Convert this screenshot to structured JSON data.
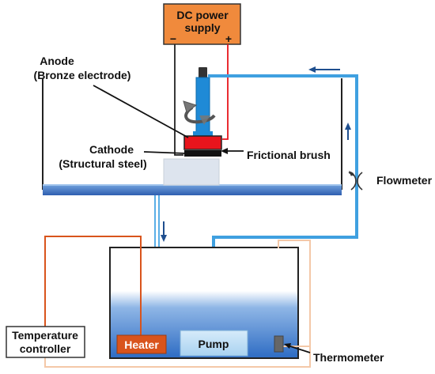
{
  "power_supply": {
    "line1": "DC power",
    "line2": "supply",
    "minus": "−",
    "plus": "+"
  },
  "labels": {
    "anode_line1": "Anode",
    "anode_line2": "(Bronze electrode)",
    "cathode_line1": "Cathode",
    "cathode_line2": "(Structural steel)",
    "frictional_brush": "Frictional brush",
    "flowmeter": "Flowmeter",
    "heater": "Heater",
    "pump": "Pump",
    "temperature_controller_line1": "Temperature",
    "temperature_controller_line2": "controller",
    "thermometer": "Thermometer"
  },
  "colors": {
    "power_supply_fill": "#f08a3c",
    "water": "#3d78c8",
    "pipe": "#3fa0e0",
    "heater": "#d9541c",
    "pump": "#b9dcf4",
    "anode": "#e8141c",
    "heater_wire": "#d9541c",
    "sensor_wire": "#f4c8a8"
  },
  "icons": {
    "rotation": "rotation-arrow-icon",
    "flow_direction": "flow-arrow-icon",
    "flowmeter": "flowmeter-icon"
  }
}
